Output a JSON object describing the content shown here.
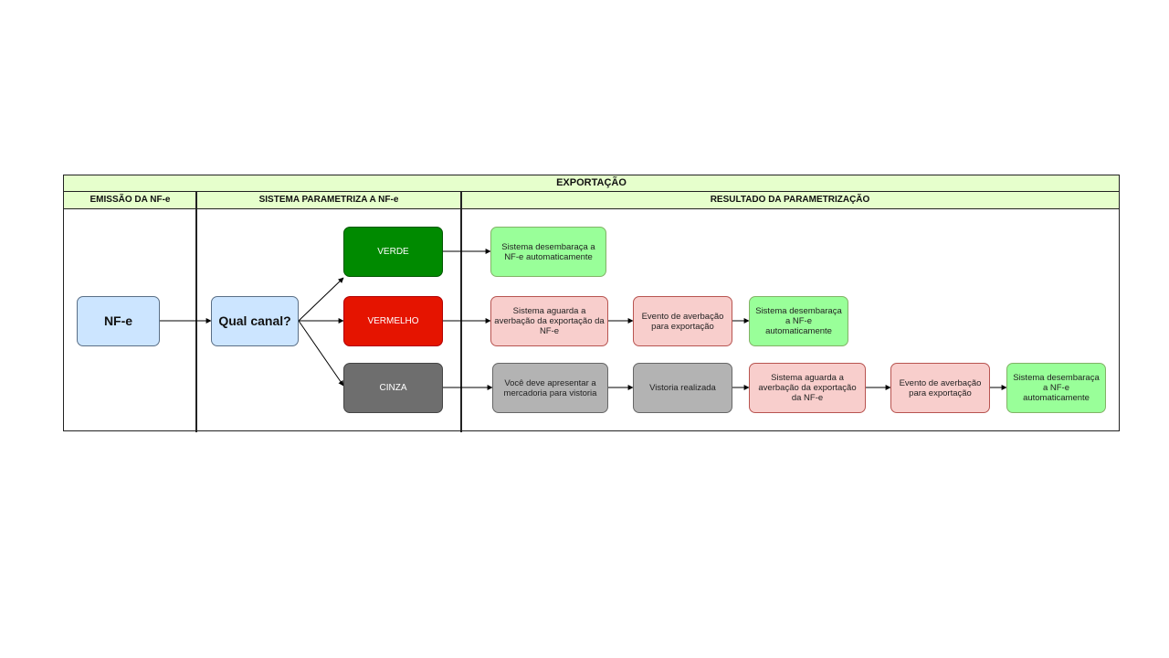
{
  "diagram": {
    "title": "EXPORTAÇÃO",
    "lanes": [
      {
        "label": "EMISSÃO DA NF-e"
      },
      {
        "label": "SISTEMA PARAMETRIZA A NF-e"
      },
      {
        "label": "RESULTADO DA PARAMETRIZAÇÃO"
      }
    ],
    "start": "NF-e",
    "decision": "Qual canal?",
    "channels": {
      "verde": "VERDE",
      "vermelho": "VERMELHO",
      "cinza": "CINZA"
    },
    "verde_steps": [
      "Sistema desembaraça a NF-e automaticamente"
    ],
    "vermelho_steps": [
      "Sistema aguarda a averbação da exportação da NF-e",
      "Evento de averbação para exportação",
      "Sistema desembaraça a NF-e automaticamente"
    ],
    "cinza_steps": [
      "Você deve apresentar a mercadoria para vistoria",
      "Vistoria realizada",
      "Sistema aguarda a averbação da exportação da NF-e",
      "Evento de averbação para exportação",
      "Sistema desembaraça a NF-e automaticamente"
    ],
    "colors": {
      "header": "#e6ffcc",
      "verde": "#008a00",
      "vermelho": "#e51400",
      "cinza": "#6e6e6e",
      "start": "#cce5ff",
      "success": "#99ff99",
      "waiting": "#f8cecc",
      "inspection": "#b3b3b3"
    }
  }
}
